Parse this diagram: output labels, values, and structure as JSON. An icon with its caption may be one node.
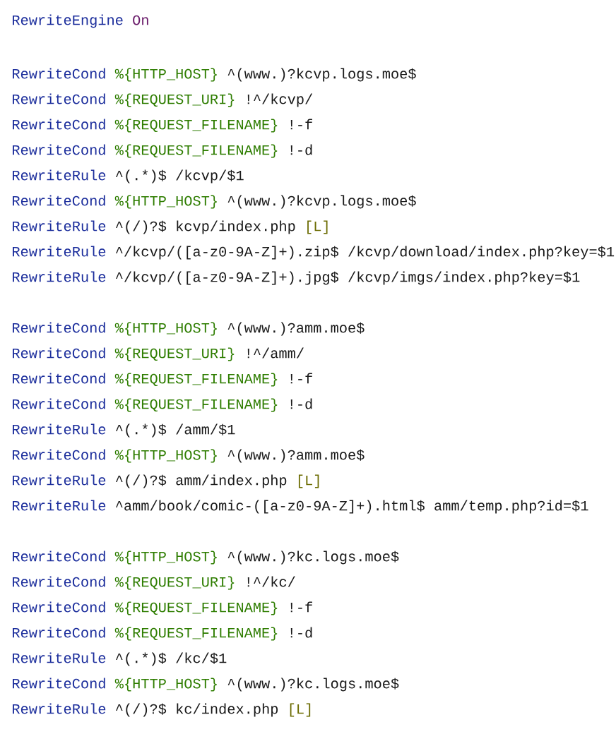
{
  "diagram": {
    "labels": [
      "RewriteEngine",
      "On",
      "RewriteCond",
      "%{HTTP_HOST}",
      "^(www.)?kcvp.logs.moe$",
      "RewriteCond",
      "%{REQUEST_URI}",
      "!^/kcvp/",
      "RewriteCond",
      "%{REQUEST_FILENAME}",
      "!-f",
      "RewriteCond",
      "%{REQUEST_FILENAME}",
      "!-d",
      "RewriteRule",
      "^(.*)$",
      "/kcvp/$1",
      "RewriteCond",
      "%{HTTP_HOST}",
      "^(www.)?kcvp.logs.moe$",
      "RewriteRule",
      "^(/)?$",
      "kcvp/index.php",
      "[L]",
      "RewriteRule",
      "^/kcvp/([a-z0-9A-Z]+).zip$",
      "/kcvp/download/index.php?key=$1",
      "RewriteRule",
      "^/kcvp/([a-z0-9A-Z]+).jpg$",
      "/kcvp/imgs/index.php?key=$1",
      "RewriteCond",
      "%{HTTP_HOST}",
      "^(www.)?amm.moe$",
      "RewriteCond",
      "%{REQUEST_URI}",
      "!^/amm/",
      "RewriteCond",
      "%{REQUEST_FILENAME}",
      "!-f",
      "RewriteCond",
      "%{REQUEST_FILENAME}",
      "!-d",
      "RewriteRule",
      "^(.*)$",
      "/amm/$1",
      "RewriteCond",
      "%{HTTP_HOST}",
      "^(www.)?amm.moe$",
      "RewriteRule",
      "^(/)?$",
      "amm/index.php",
      "[L]",
      "RewriteRule",
      "^amm/book/comic-([a-z0-9A-Z]+).html$",
      "amm/temp.php?id=$1",
      "RewriteCond",
      "%{HTTP_HOST}",
      "^(www.)?kc.logs.moe$",
      "RewriteCond",
      "%{REQUEST_URI}",
      "!^/kc/",
      "RewriteCond",
      "%{REQUEST_FILENAME}",
      "!-f",
      "RewriteCond",
      "%{REQUEST_FILENAME}",
      "!-d",
      "RewriteRule",
      "^(.*)$",
      "/kc/$1",
      "RewriteCond",
      "%{HTTP_HOST}",
      "^(www.)?kc.logs.moe$",
      "RewriteRule",
      "^(/)?$",
      "kc/index.php",
      "[L]"
    ]
  }
}
